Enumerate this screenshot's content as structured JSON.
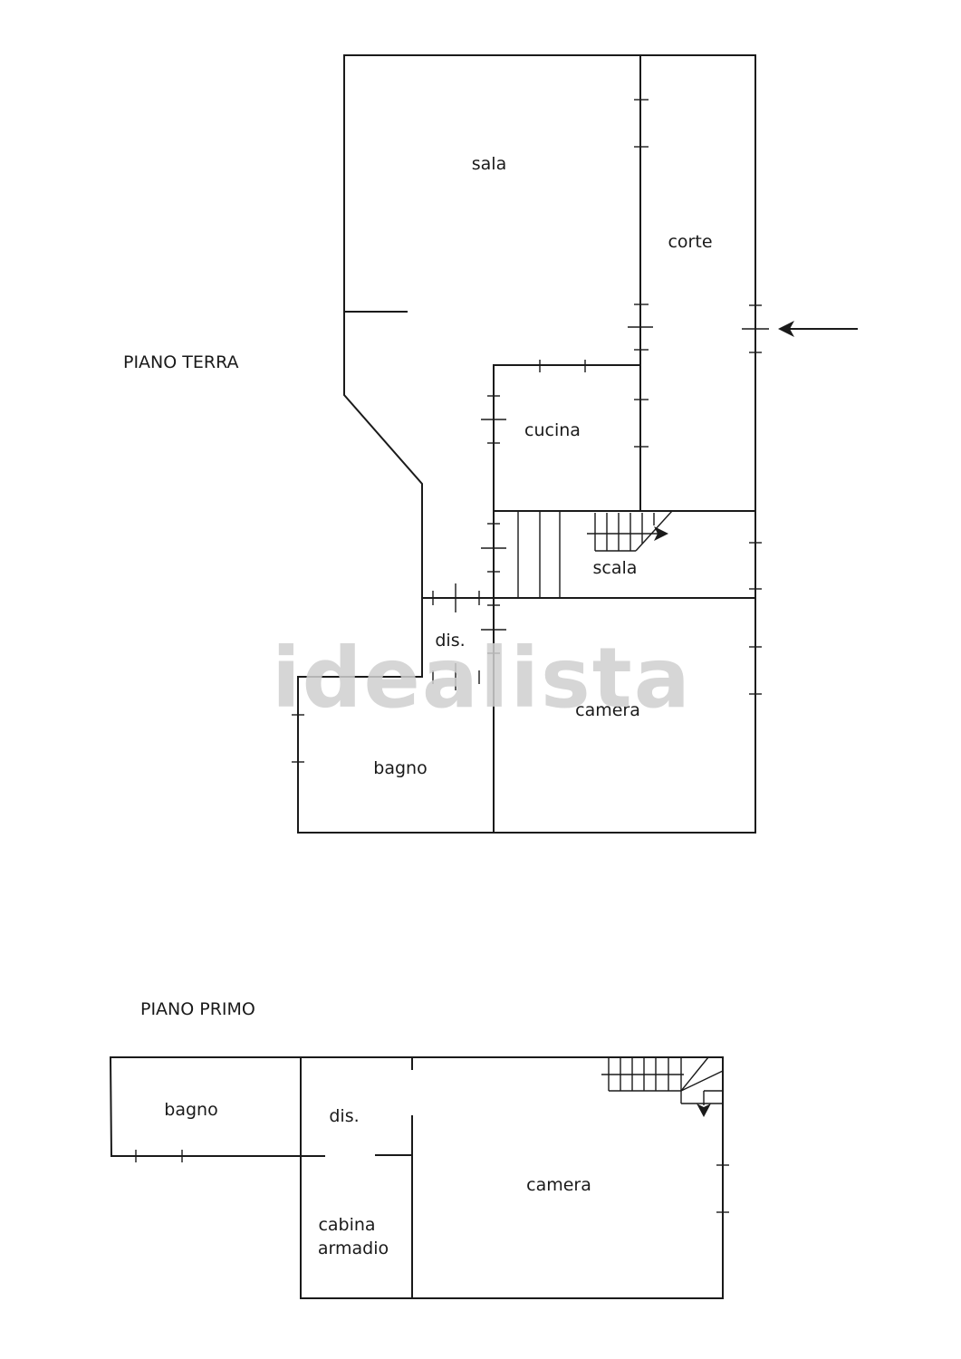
{
  "floors": {
    "ground": {
      "label": "PIANO TERRA",
      "rooms": {
        "sala": "sala",
        "corte": "corte",
        "cucina": "cucina",
        "scala": "scala",
        "dis": "dis.",
        "bagno": "bagno",
        "camera": "camera"
      }
    },
    "first": {
      "label": "PIANO PRIMO",
      "rooms": {
        "bagno": "bagno",
        "dis": "dis.",
        "cabina_line1": "cabina",
        "cabina_line2": "armadio",
        "camera": "camera"
      }
    }
  },
  "watermark": "idealista",
  "icons": {
    "entrance": "entrance-arrow-icon",
    "stairs_up": "stairs-up-arrow-icon",
    "stairs_down": "stairs-down-arrow-icon"
  },
  "colors": {
    "line": "#1a1a1a",
    "watermark": "#cfcfcf"
  }
}
